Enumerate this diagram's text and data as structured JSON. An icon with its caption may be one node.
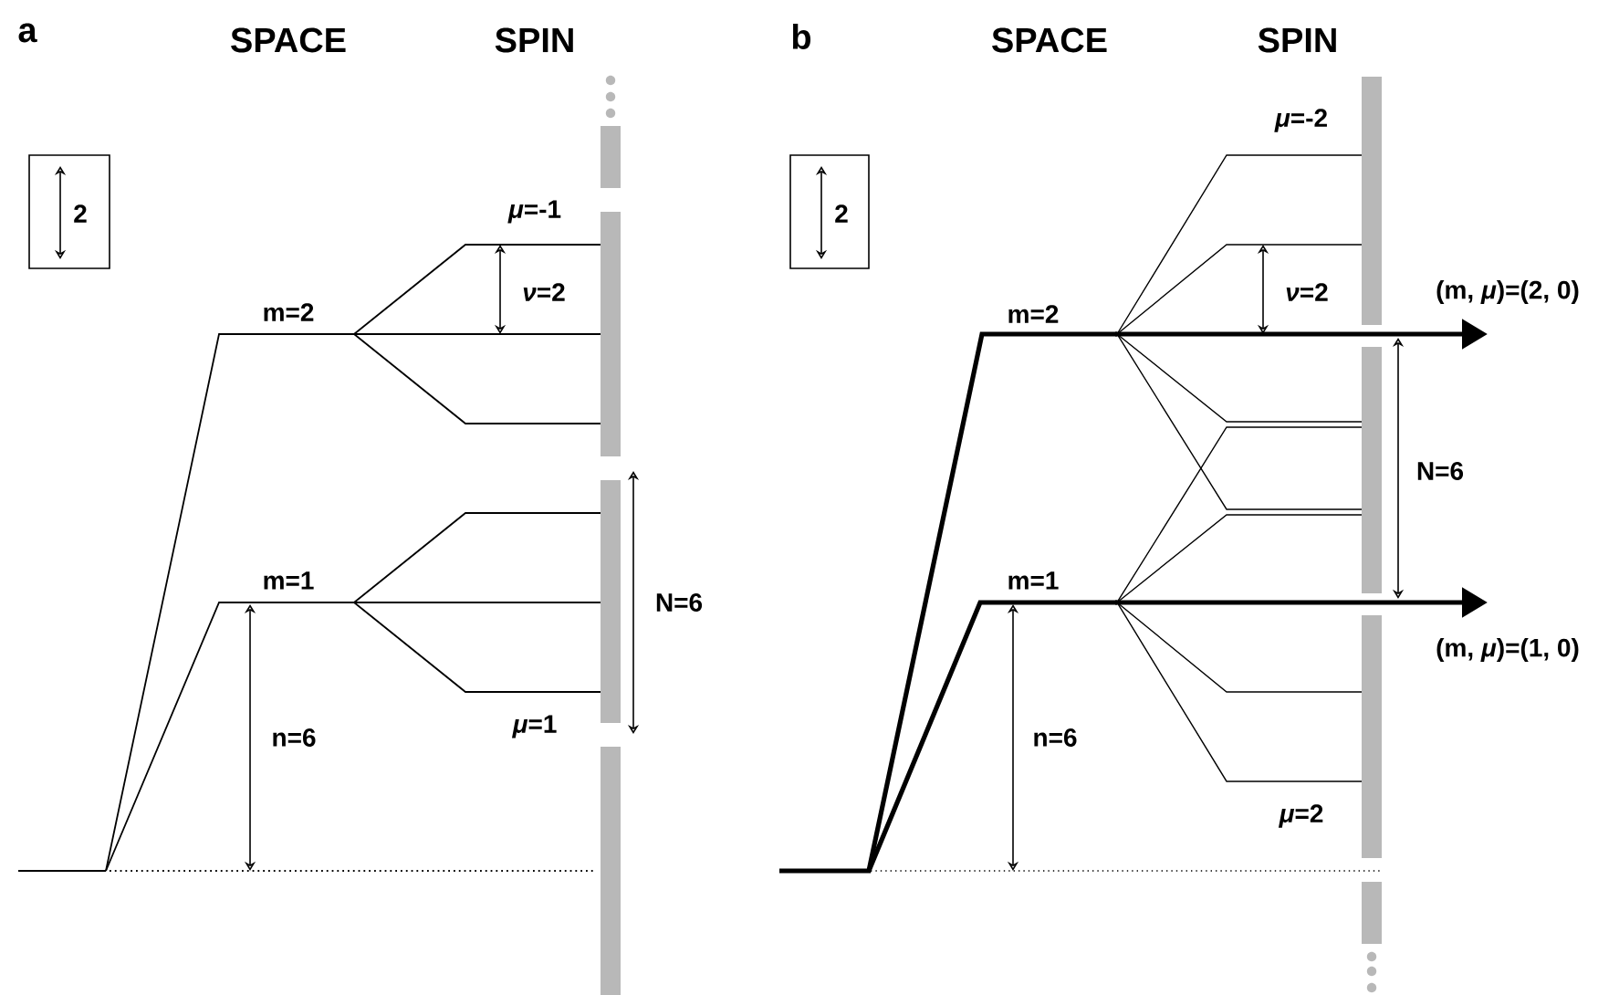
{
  "diagram": {
    "labels": [
      "a",
      "SPACE",
      "SPIN",
      "2",
      "*μ*=-1",
      "*ν*=2",
      "m=2",
      "m=1",
      "N=6",
      "n=6",
      "*μ*=1",
      "b",
      "SPACE",
      "SPIN",
      "2",
      "*μ*=-2",
      "*ν*=2",
      "m=2",
      "(m, *μ*)=(2, 0)",
      "N=6",
      "m=1",
      "(m, *μ*)=(1, 0)",
      "n=6",
      "*μ*=2"
    ]
  }
}
